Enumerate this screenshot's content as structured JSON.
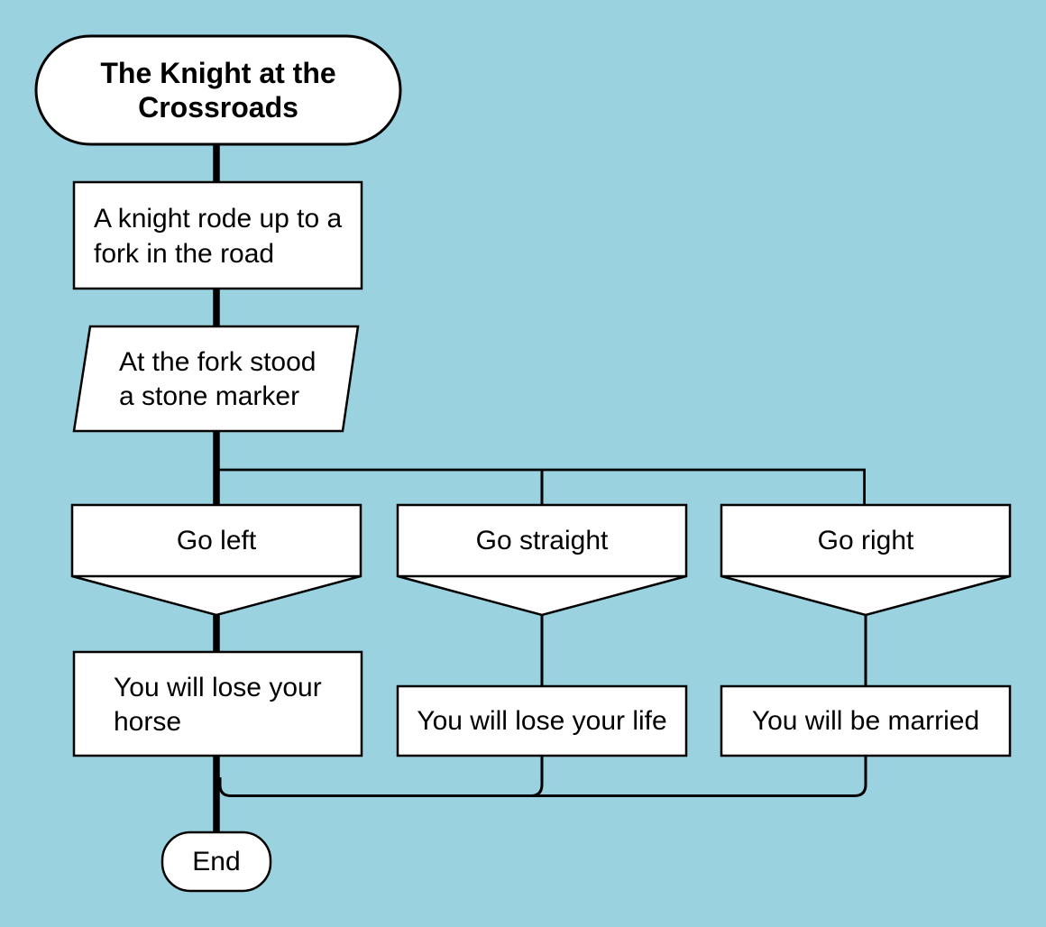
{
  "flowchart": {
    "colors": {
      "background": "#9ad2e0",
      "shape_fill": "#ffffff",
      "line": "#000000"
    },
    "start": {
      "line1": "The Knight at the",
      "line2": "Crossroads"
    },
    "step_fork": {
      "line1": "A knight rode up to a",
      "line2": "fork in the road"
    },
    "step_marker": {
      "line1": "At the fork stood",
      "line2": "a stone marker"
    },
    "branch_left": {
      "label": "Go left"
    },
    "branch_straight": {
      "label": "Go straight"
    },
    "branch_right": {
      "label": "Go right"
    },
    "outcome_left": {
      "line1": "You will lose your",
      "line2": "horse"
    },
    "outcome_straight": {
      "label": "You will lose your life"
    },
    "outcome_right": {
      "label": "You will be married"
    },
    "end": {
      "label": "End"
    }
  }
}
